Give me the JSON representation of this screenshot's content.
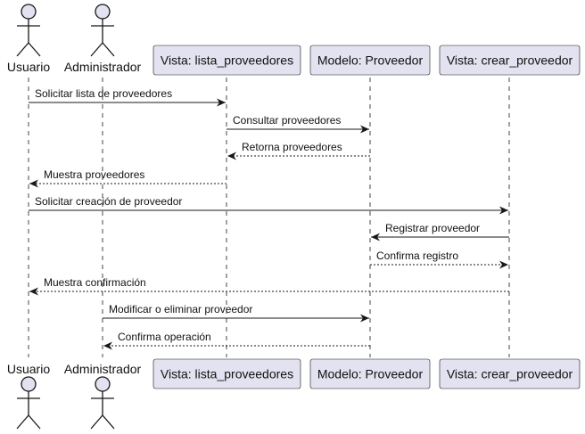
{
  "participants": [
    {
      "id": "usuario",
      "kind": "actor",
      "label": "Usuario"
    },
    {
      "id": "admin",
      "kind": "actor",
      "label": "Administrador"
    },
    {
      "id": "lista",
      "kind": "box",
      "label": "Vista: lista_proveedores"
    },
    {
      "id": "modelo",
      "kind": "box",
      "label": "Modelo: Proveedor"
    },
    {
      "id": "crear",
      "kind": "box",
      "label": "Vista: crear_proveedor"
    }
  ],
  "messages": [
    {
      "from": "usuario",
      "to": "lista",
      "label": "Solicitar lista de proveedores",
      "style": "solid"
    },
    {
      "from": "lista",
      "to": "modelo",
      "label": "Consultar proveedores",
      "style": "solid"
    },
    {
      "from": "modelo",
      "to": "lista",
      "label": "Retorna proveedores",
      "style": "dashed"
    },
    {
      "from": "lista",
      "to": "usuario",
      "label": "Muestra proveedores",
      "style": "dashed"
    },
    {
      "from": "usuario",
      "to": "crear",
      "label": "Solicitar creación de proveedor",
      "style": "solid"
    },
    {
      "from": "crear",
      "to": "modelo",
      "label": "Registrar proveedor",
      "style": "solid"
    },
    {
      "from": "modelo",
      "to": "crear",
      "label": "Confirma registro",
      "style": "dashed"
    },
    {
      "from": "crear",
      "to": "usuario",
      "label": "Muestra confirmación",
      "style": "dashed"
    },
    {
      "from": "admin",
      "to": "modelo",
      "label": "Modificar o eliminar proveedor",
      "style": "solid"
    },
    {
      "from": "modelo",
      "to": "admin",
      "label": "Confirma operación",
      "style": "dashed"
    }
  ],
  "colors": {
    "actor_fill": "#E2E2F0",
    "actor_stroke": "#181818",
    "box_fill": "#E2E2F0",
    "box_stroke": "#181818",
    "lifeline": "#181818",
    "arrow": "#181818"
  }
}
